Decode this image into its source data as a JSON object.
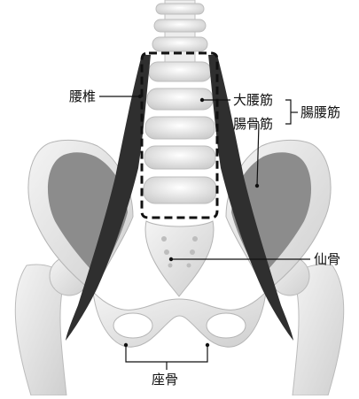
{
  "labels": {
    "lumbar": "腰椎",
    "psoas_major": "大腰筋",
    "iliacus": "腸骨筋",
    "iliopsoas": "腸腰筋",
    "sacrum": "仙骨",
    "ischium": "座骨"
  },
  "colors": {
    "background": "#ffffff",
    "bone": "#e6e6e6",
    "bone_shade": "#bdbdbd",
    "muscle_dark": "#2f2f2f",
    "muscle_iliac": "#8c8c8c",
    "line": "#111111"
  }
}
